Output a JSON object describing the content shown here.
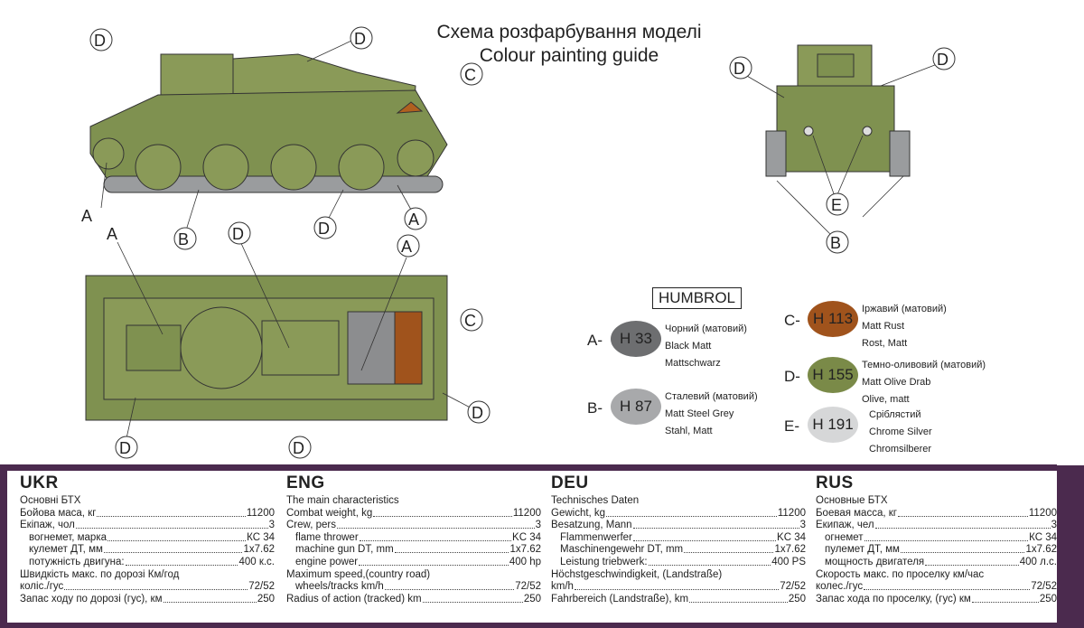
{
  "title": {
    "line1": "Схема розфарбування моделі",
    "line2": "Colour painting guide"
  },
  "callouts": {
    "A": "A",
    "B": "B",
    "C": "C",
    "D": "D",
    "E": "E"
  },
  "humbrol": "HUMBROL",
  "paints": [
    {
      "letter": "A-",
      "code": "H 33",
      "color": "#6d6e70",
      "names": [
        "Чорний (матовий)",
        "Black Matt",
        "Mattschwarz"
      ]
    },
    {
      "letter": "B-",
      "code": "H 87",
      "color": "#a8a9ab",
      "names": [
        "Сталевий (матовий)",
        "Matt Steel Grey",
        "Stahl, Matt"
      ]
    },
    {
      "letter": "C-",
      "code": "H 113",
      "color": "#a0531c",
      "names": [
        "Іржавий (матовий)",
        "Matt Rust",
        "Rost, Matt"
      ]
    },
    {
      "letter": "D-",
      "code": "H 155",
      "color": "#7a8a48",
      "names": [
        "Темно-оливовий (матовий)",
        "Matt Olive Drab",
        "Olive, matt"
      ]
    },
    {
      "letter": "E-",
      "code": "H 191",
      "color": "#d6d7d8",
      "names": [
        "Сріблястий",
        "Chrome Silver",
        "Chromsilberer"
      ]
    }
  ],
  "specs": [
    {
      "lang": "UKR",
      "heading": "Основні БТХ",
      "rows": [
        {
          "label": "Бойова маса, кг",
          "value": "11200"
        },
        {
          "label": "Екіпаж, чол",
          "value": "3"
        },
        {
          "label": "вогнемет, марка",
          "value": "КС 34",
          "indent": true
        },
        {
          "label": "кулемет ДТ, мм",
          "value": "1x7.62",
          "indent": true
        },
        {
          "label": "потужність двигуна:",
          "value": "400 к.с.",
          "indent": true
        },
        {
          "label": "Швидкість макс. по дорозі Км/год",
          "value": ""
        },
        {
          "label": "коліс./гус",
          "value": "72/52"
        },
        {
          "label": "Запас ходу по дорозі (гус), км",
          "value": "250"
        }
      ]
    },
    {
      "lang": "ENG",
      "heading": "The main characteristics",
      "rows": [
        {
          "label": "Combat weight, kg",
          "value": "11200"
        },
        {
          "label": "Crew, pers",
          "value": "3"
        },
        {
          "label": "flame thrower",
          "value": "KC 34",
          "indent": true
        },
        {
          "label": "machine gun DT, mm",
          "value": "1x7.62",
          "indent": true
        },
        {
          "label": "engine power",
          "value": "400 hp",
          "indent": true
        },
        {
          "label": "Maximum speed,(country road)",
          "value": ""
        },
        {
          "label": "wheels/tracks km/h",
          "value": "72/52",
          "indent": true
        },
        {
          "label": "Radius of action (tracked) km",
          "value": "250"
        }
      ]
    },
    {
      "lang": "DEU",
      "heading": "Technisches Daten",
      "rows": [
        {
          "label": "Gewicht, kg",
          "value": "11200"
        },
        {
          "label": "Besatzung, Mann",
          "value": "3"
        },
        {
          "label": "Flammenwerfer",
          "value": "KC 34",
          "indent": true
        },
        {
          "label": "Maschinengewehr DT, mm",
          "value": "1x7.62",
          "indent": true
        },
        {
          "label": "Leistung triebwerk:",
          "value": "400 PS",
          "indent": true
        },
        {
          "label": "Höchstgeschwindigkeit, (Landstraße)",
          "value": ""
        },
        {
          "label": "km/h",
          "value": "72/52"
        },
        {
          "label": "Fahrbereich (Landstraße), km",
          "value": "250"
        }
      ]
    },
    {
      "lang": "RUS",
      "heading": "Основные БТХ",
      "rows": [
        {
          "label": "Боевая масса, кг",
          "value": "11200"
        },
        {
          "label": "Екипаж, чел",
          "value": "3"
        },
        {
          "label": "огнемет",
          "value": "КС 34",
          "indent": true
        },
        {
          "label": "пулемет ДТ, мм",
          "value": "1x7.62",
          "indent": true
        },
        {
          "label": "мощность двигателя",
          "value": "400 л.с.",
          "indent": true
        },
        {
          "label": "Скорость макс. по проселку км/час",
          "value": ""
        },
        {
          "label": "колес./гус",
          "value": "72/52"
        },
        {
          "label": "Запас хода по проселку, (гус) км",
          "value": "250"
        }
      ]
    }
  ]
}
